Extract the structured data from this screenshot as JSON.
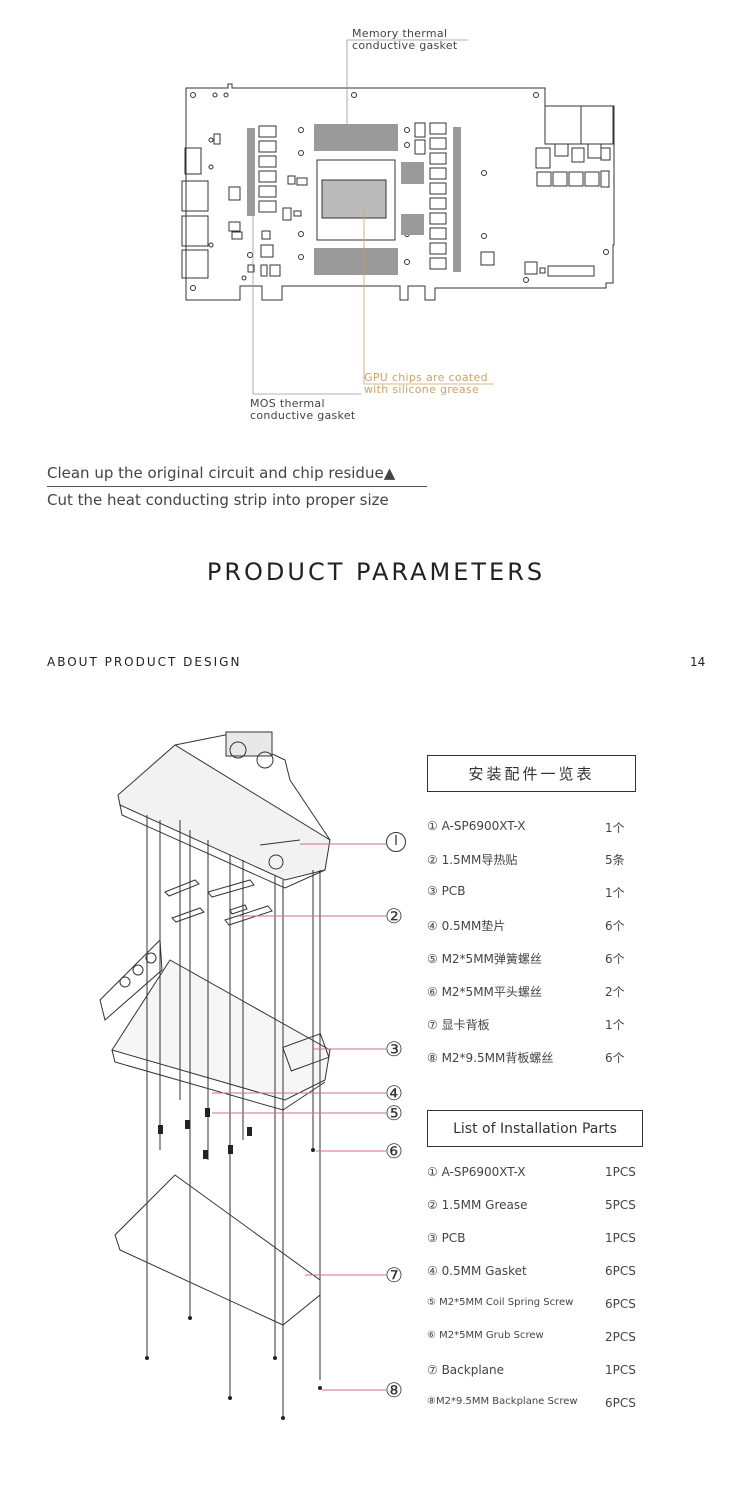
{
  "diagram_labels": {
    "memory": [
      "Memory thermal",
      "conductive gasket"
    ],
    "gpu": [
      "GPU chips are coated",
      "with silicone grease"
    ],
    "mos": [
      "MOS thermal",
      "conductive gasket"
    ]
  },
  "description": {
    "line1": "Clean up the original circuit and chip residue",
    "arrow": "▲",
    "line2": "Cut the heat conducting strip into proper size"
  },
  "product_parameters_title": "PRODUCT PARAMETERS",
  "section_title": "ABOUT PRODUCT DESIGN",
  "page_number": "14",
  "callouts": [
    "Ⅰ",
    "②",
    "③",
    "④",
    "⑤",
    "⑥",
    "⑦",
    "⑧"
  ],
  "table_cn": {
    "title": "安装配件一览表",
    "rows": [
      {
        "name": "① A-SP6900XT-X",
        "qty": "1个"
      },
      {
        "name": "② 1.5MM导热贴",
        "qty": "5条"
      },
      {
        "name": "③ PCB",
        "qty": "1个"
      },
      {
        "name": "④ 0.5MM垫片",
        "qty": "6个"
      },
      {
        "name": "⑤ M2*5MM弹簧螺丝",
        "qty": "6个"
      },
      {
        "name": "⑥ M2*5MM平头螺丝",
        "qty": "2个"
      },
      {
        "name": "⑦ 显卡背板",
        "qty": "1个"
      },
      {
        "name": "⑧ M2*9.5MM背板螺丝",
        "qty": "6个"
      }
    ]
  },
  "table_en": {
    "title": "List of Installation Parts",
    "rows": [
      {
        "name": "① A-SP6900XT-X",
        "qty": "1PCS"
      },
      {
        "name": "② 1.5MM Grease",
        "qty": "5PCS"
      },
      {
        "name": "③ PCB",
        "qty": "1PCS"
      },
      {
        "name": "④ 0.5MM Gasket",
        "qty": "6PCS"
      },
      {
        "name": "⑤ M2*5MM Coil Spring Screw",
        "qty": "6PCS"
      },
      {
        "name": "⑥ M2*5MM Grub Screw",
        "qty": "2PCS"
      },
      {
        "name": "⑦ Backplane",
        "qty": "1PCS"
      },
      {
        "name": "⑧M2*9.5MM Backplane Screw",
        "qty": "6PCS"
      }
    ]
  },
  "colors": {
    "callout_line": "#d66a9a",
    "gold": "#c9a36a",
    "gray_pad": "#9a9a9a"
  }
}
